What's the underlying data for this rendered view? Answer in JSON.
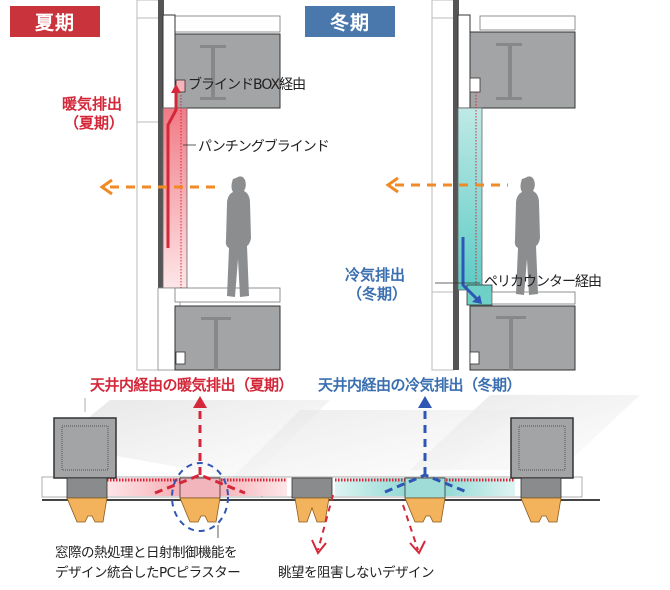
{
  "badges": {
    "summer": "夏期",
    "winter": "冬期"
  },
  "labels": {
    "blind_box": "ブラインドBOX経由",
    "punching_blind": "パンチングブラインド",
    "warm_exhaust_line1": "暖気排出",
    "warm_exhaust_line2": "（夏期）",
    "cold_exhaust_line1": "冷気排出",
    "cold_exhaust_line2": "（冬期）",
    "perimeter_counter": "ペリカウンター経由",
    "ceiling_warm": "天井内経由の暖気排出（夏期）",
    "ceiling_cold": "天井内経由の冷気排出（冬期）",
    "pc_pilaster_line1": "窓際の熱処理と日射制御機能を",
    "pc_pilaster_line2": "デザイン統合したPCピラスター",
    "view_design": "眺望を阻害しないデザイン"
  },
  "colors": {
    "summer": "#c8333c",
    "winter": "#4a78ac",
    "warm_air": "#d4283a",
    "cold_air": "#3b6fb0",
    "outflow_arrow": "#f08a24",
    "pilaster": "#f2b35c",
    "structure_gray": "#a3a4a6",
    "teal_glass": "#8fd6d2",
    "pink_glass": "#f5b5bb"
  }
}
